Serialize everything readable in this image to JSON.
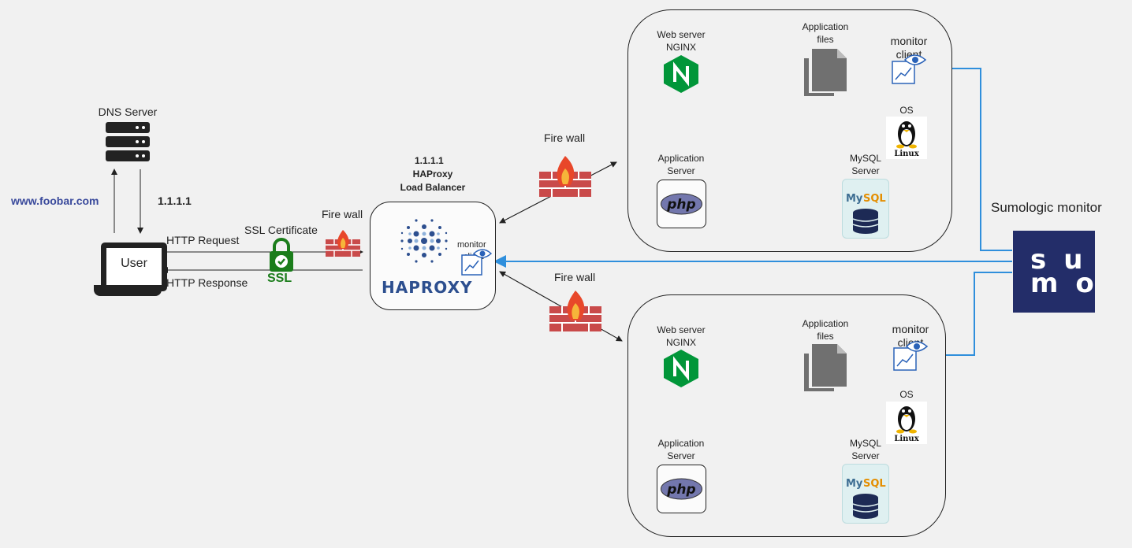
{
  "dns": {
    "label": "DNS Server",
    "ip": "1.1.1.1"
  },
  "domain_name": "www.foobar.com",
  "user": {
    "label": "User"
  },
  "http": {
    "request": "HTTP Request",
    "response": "HTTP Response"
  },
  "ssl": {
    "certificate": "SSL Certificate",
    "badge": "SSL"
  },
  "firewall_label": "Fire wall",
  "load_balancer": {
    "ip": "1.1.1.1",
    "name": "HAProxy",
    "role": "Load Balancer",
    "logo_text": "HAPROXY",
    "monitor_line1": "monitor",
    "monitor_line2": "client"
  },
  "servers": [
    {
      "web_line1": "Web server",
      "web_line2": "NGINX",
      "files_line1": "Application",
      "files_line2": "files",
      "monitor_line1": "monitor",
      "monitor_line2": "client",
      "os": "OS",
      "os_logo": "Linux",
      "app_line1": "Application",
      "app_line2": "Server",
      "db_line1": "MySQL",
      "db_line2": "Server",
      "php": "php"
    },
    {
      "web_line1": "Web server",
      "web_line2": "NGINX",
      "files_line1": "Application",
      "files_line2": "files",
      "monitor_line1": "monitor",
      "monitor_line2": "client",
      "os": "OS",
      "os_logo": "Linux",
      "app_line1": "Application",
      "app_line2": "Server",
      "db_line1": "MySQL",
      "db_line2": "Server",
      "php": "php"
    }
  ],
  "sumologic": {
    "label": "Sumologic  monitor",
    "logo_row1": "su",
    "logo_row2": "mo"
  },
  "colors": {
    "monitor_line": "#2f8fdc",
    "sumo_bg": "#232d69",
    "nginx": "#019639",
    "ssl_green": "#1b7d1b",
    "firewall_brick": "#c94a4a"
  },
  "icons": [
    "server-rack-icon",
    "laptop-icon",
    "lock-icon",
    "firewall-icon",
    "haproxy-logo",
    "monitor-eye-icon",
    "nginx-logo",
    "files-icon",
    "php-logo",
    "mysql-logo",
    "linux-tux-icon",
    "sumo-logo"
  ]
}
